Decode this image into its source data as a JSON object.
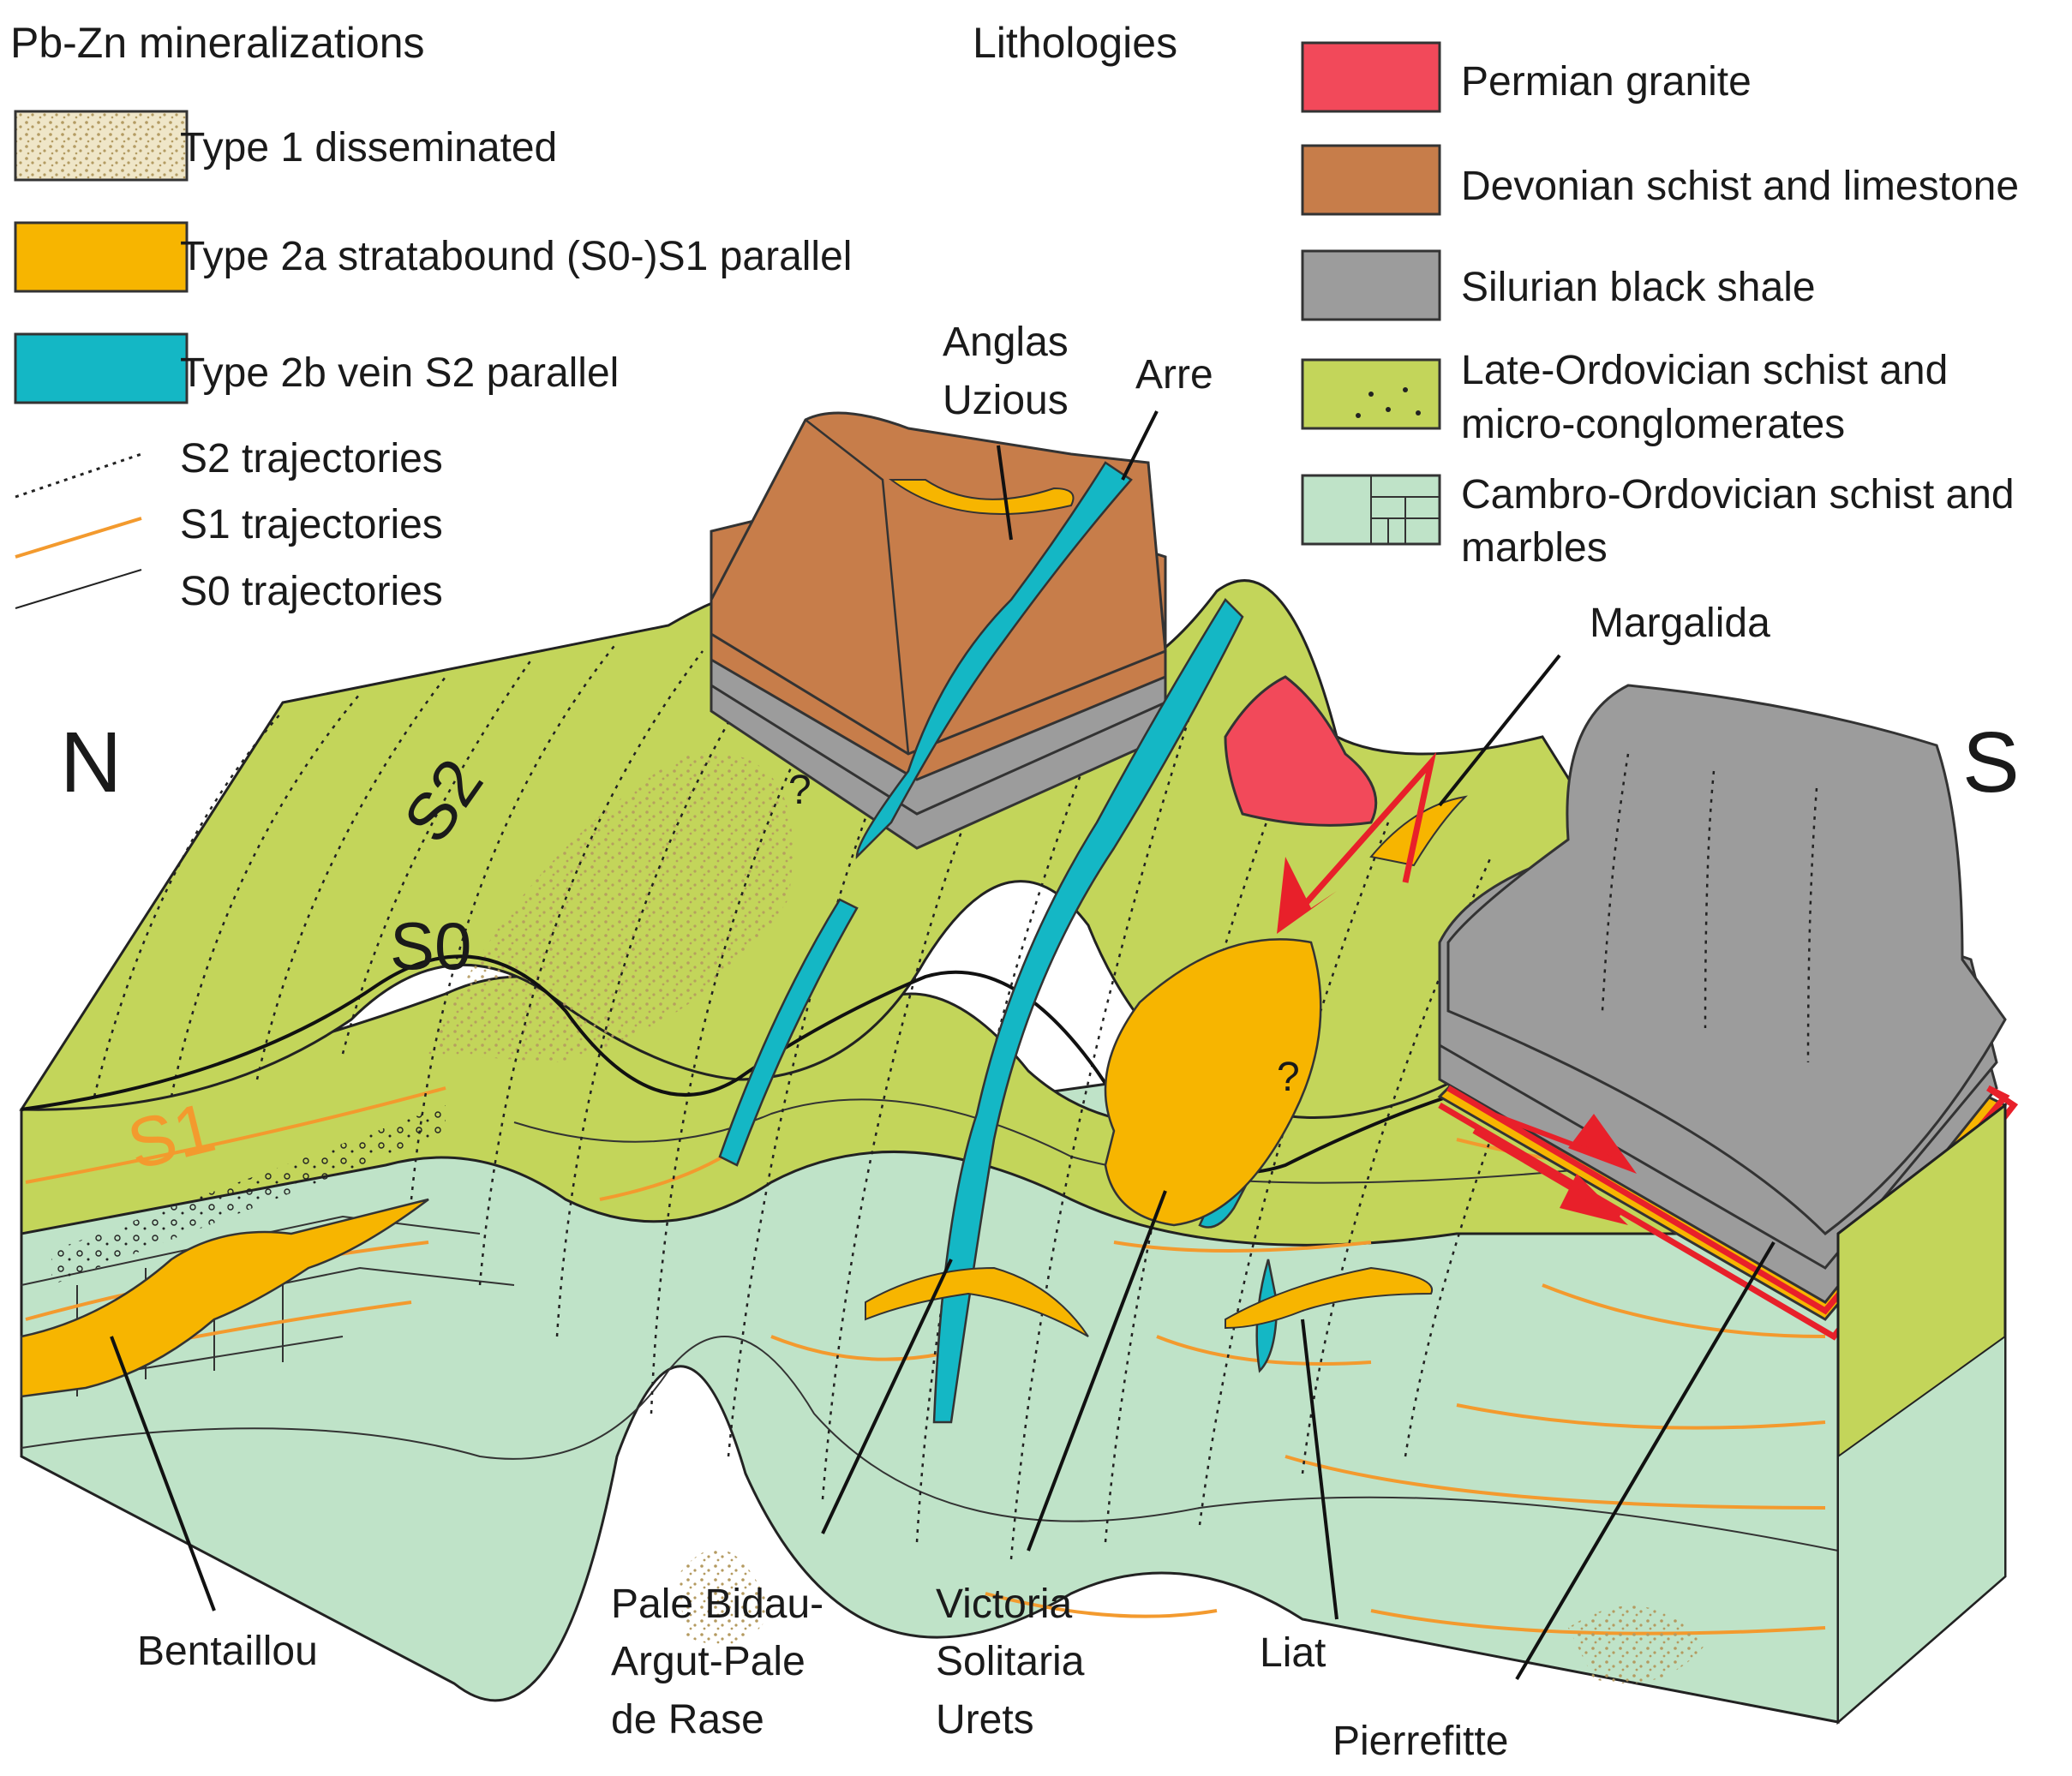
{
  "mineralizations": {
    "title": "Pb-Zn mineralizations",
    "items": [
      {
        "label": "Type 1 disseminated",
        "color": "#d8c9a0",
        "pattern": "stipple"
      },
      {
        "label": "Type 2a stratabound (S0-)S1 parallel",
        "color": "#f7b500"
      },
      {
        "label": "Type 2b vein S2 parallel",
        "color": "#14b7c5"
      }
    ],
    "lines": [
      {
        "label": "S2 trajectories",
        "color": "#222222",
        "style": "dotted"
      },
      {
        "label": "S1 trajectories",
        "color": "#f39a2e",
        "style": "solid"
      },
      {
        "label": "S0 trajectories",
        "color": "#222222",
        "style": "thin"
      }
    ]
  },
  "lithologies": {
    "title": "Lithologies",
    "items": [
      {
        "label": "Permian granite",
        "color": "#f2495a"
      },
      {
        "label": "Devonian schist and limestone",
        "color": "#c77d4a"
      },
      {
        "label": "Silurian black shale",
        "color": "#9c9c9c"
      },
      {
        "label": "Late-Ordovician schist and",
        "label2": "micro-conglomerates",
        "color": "#c3d55a"
      },
      {
        "label": "Cambro-Ordovician schist and",
        "label2": "marbles",
        "color": "#bfe3c8"
      }
    ]
  },
  "orientation": {
    "north": "N",
    "south": "S"
  },
  "foliations": {
    "s2": "S2",
    "s0": "S0",
    "s1": "S1"
  },
  "deposits": {
    "anglas": "Anglas",
    "uzious": "Uzious",
    "arre": "Arre",
    "margalida": "Margalida",
    "bentaillou": "Bentaillou",
    "pale1": "Pale Bidau-",
    "pale2": "Argut-Pale",
    "pale3": "de Rase",
    "vic1": "Victoria",
    "vic2": "Solitaria",
    "vic3": "Urets",
    "liat": "Liat",
    "pierrefitte": "Pierrefitte",
    "q1": "?",
    "q2": "?"
  },
  "colors": {
    "late_ordovician": "#c3d55a",
    "cambro_ordovician": "#bfe3c8",
    "devonian": "#c77d4a",
    "silurian": "#9c9c9c",
    "granite": "#f2495a",
    "stratabound": "#f7b500",
    "vein": "#14b7c5",
    "s1": "#f39a2e",
    "shear": "#e8202a"
  }
}
